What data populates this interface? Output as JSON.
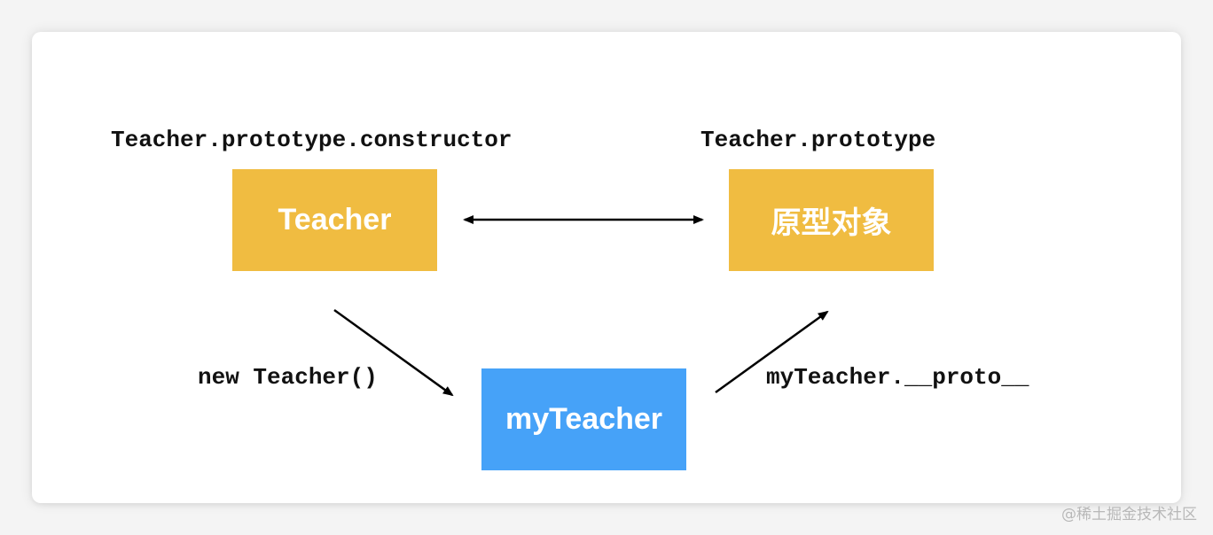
{
  "labels": {
    "constructor_path": "Teacher.prototype.constructor",
    "prototype_path": "Teacher.prototype",
    "new_call": "new Teacher()",
    "proto_path": "myTeacher.__proto__"
  },
  "nodes": {
    "teacher": "Teacher",
    "prototype_object": "原型对象",
    "instance": "myTeacher"
  },
  "colors": {
    "constructor_box": "#f0bc41",
    "prototype_box": "#f0bc41",
    "instance_box": "#46a2f8",
    "arrow": "#000000"
  },
  "watermark": "@稀土掘金技术社区"
}
